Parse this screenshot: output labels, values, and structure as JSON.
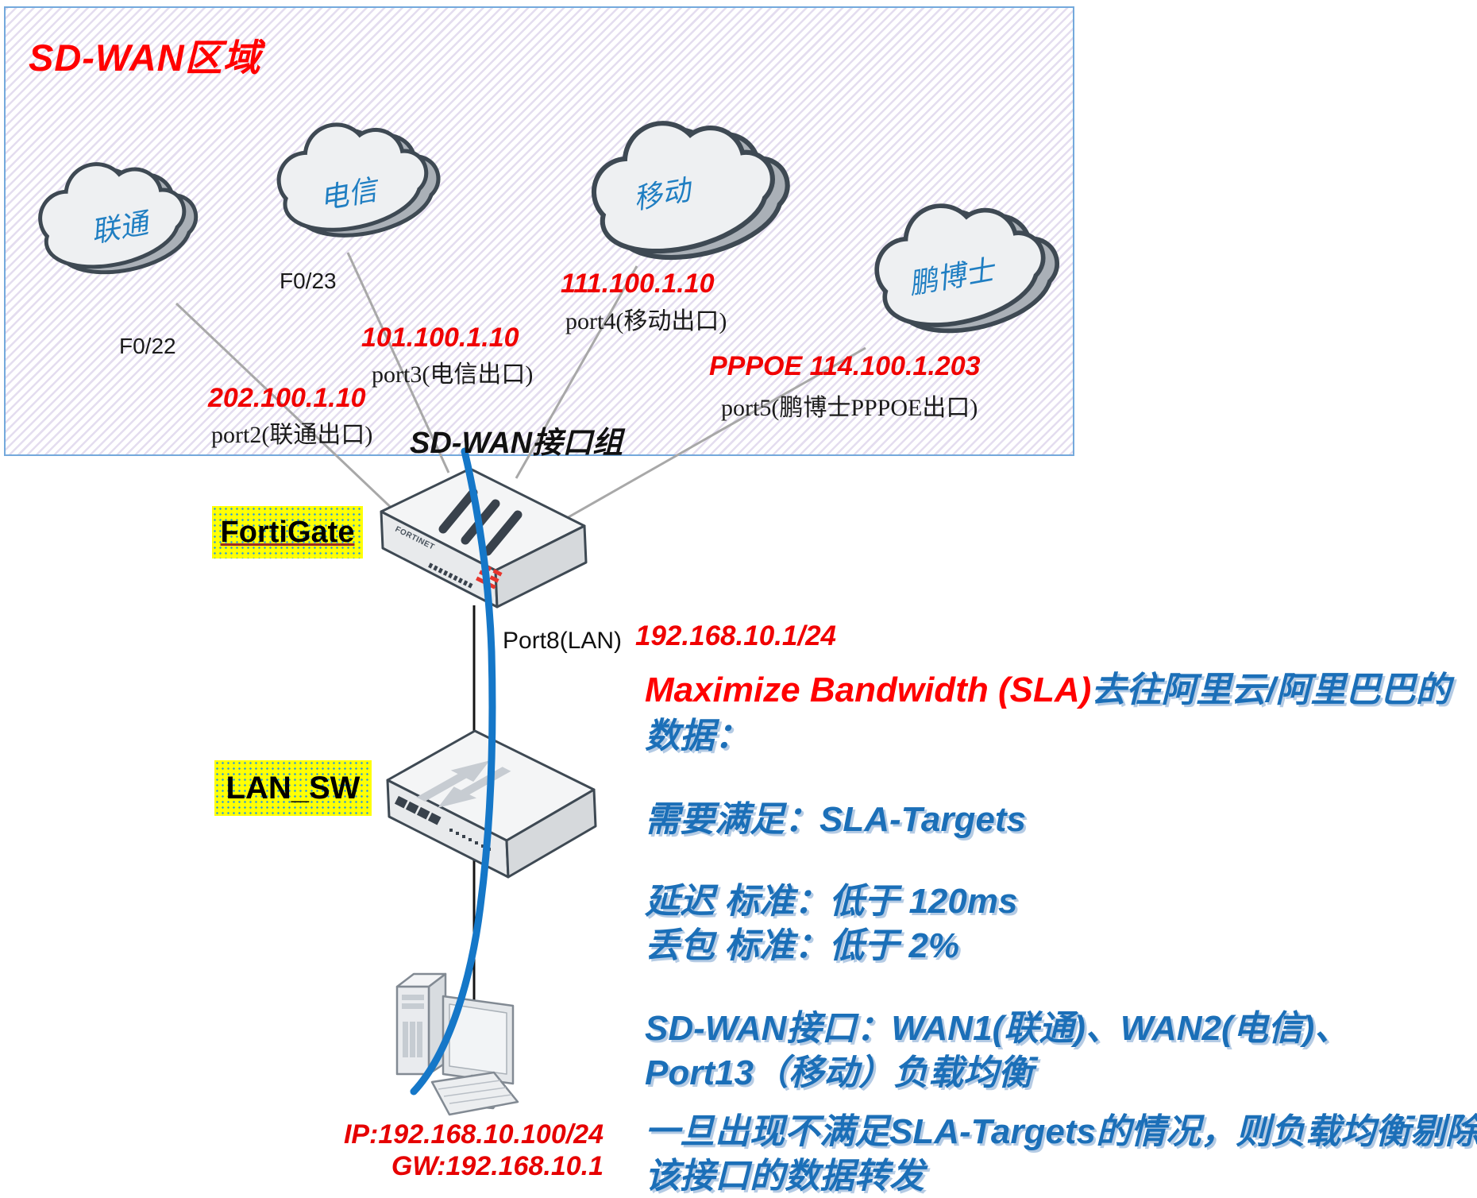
{
  "title": "SD-WAN区域",
  "clouds": [
    {
      "label": "联通"
    },
    {
      "label": "电信"
    },
    {
      "label": "移动"
    },
    {
      "label": "鹏博士"
    }
  ],
  "wan_links": [
    {
      "iface": "F0/22",
      "ip": "202.100.1.10",
      "port_label": "port2(联通出口)"
    },
    {
      "iface": "F0/23",
      "ip": "101.100.1.10",
      "port_label": "port3(电信出口)"
    },
    {
      "ip": "111.100.1.10",
      "port_label": "port4(移动出口)"
    },
    {
      "ip": "PPPOE 114.100.1.203",
      "port_label": "port5(鹏博士PPPOE出口)"
    }
  ],
  "sdwan_group_label": "SD-WAN接口组",
  "devices": {
    "fortigate_label": "FortiGate",
    "fortigate_brand": "FORTINET",
    "switch_label": "LAN_SW"
  },
  "lan": {
    "port_label": "Port8(LAN)",
    "gateway_ip": "192.168.10.1/24"
  },
  "host": {
    "ip_label": "IP:192.168.10.100/24",
    "gw_label": "GW:192.168.10.1"
  },
  "notes": {
    "headline_en": "Maximize Bandwidth (SLA)",
    "headline_zh": "去往阿里云/阿里巴巴的",
    "headline_zh2": "数据：",
    "requirement": "需要满足：SLA-Targets",
    "latency": "延迟 标准：低于 120ms",
    "loss": "丢包 标准：低于 2%",
    "interfaces_line1": "SD-WAN接口：WAN1(联通)、WAN2(电信)、",
    "interfaces_line2": "Port13（移动）负载均衡",
    "failover_line1": "一旦出现不满足SLA-Targets的情况，则负载均衡剔除",
    "failover_line2": "该接口的数据转发"
  },
  "colors": {
    "red_accent": "#ff0000",
    "note_blue": "#1b6fb8",
    "cloud_label_blue": "#1f7ec2",
    "flow_line_blue": "#1577c8",
    "highlight_yellow": "#ffff05",
    "region_border_blue": "#74a9dc",
    "cloud_outline": "#3e4953"
  }
}
